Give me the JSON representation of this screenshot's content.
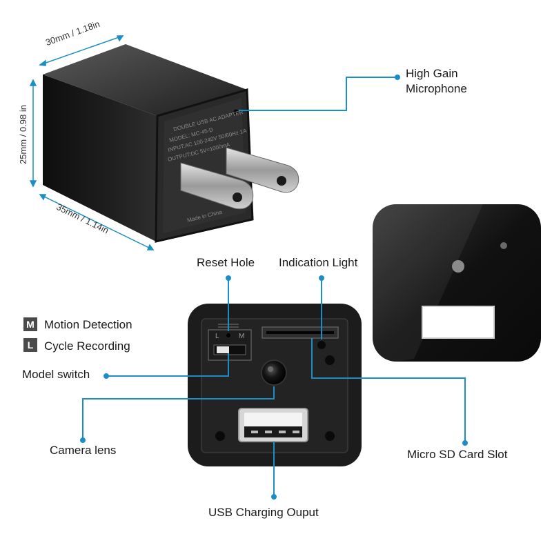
{
  "dimensions": {
    "width": "30mm / 1.18in",
    "height": "25mm / 0.98 in",
    "depth": "35mm / 1.14in"
  },
  "adapter_print": {
    "line1": "DOUBLE USB AC ADAPTER",
    "line2": "MODEL: MC-45-D",
    "line3": "INPUT:AC 100-240V 50/60Hz 1A",
    "line4": "OUTPUT:DC 5V=1000mA",
    "made_in": "Made in China"
  },
  "switch_letters": {
    "left": "L",
    "right": "M"
  },
  "labels": {
    "microphone": [
      "High Gain",
      "Microphone"
    ],
    "reset_hole": "Reset Hole",
    "indication_light": "Indication Light",
    "motion_detection": "Motion Detection",
    "cycle_recording": "Cycle Recording",
    "model_switch": "Model switch",
    "camera_lens": "Camera lens",
    "micro_sd": "Micro SD Card Slot",
    "usb_output": "USB Charging Ouput"
  },
  "legend": [
    {
      "badge": "M",
      "text": "Motion Detection"
    },
    {
      "badge": "L",
      "text": "Cycle Recording"
    }
  ],
  "colors": {
    "callout": "#1a8fc7",
    "device_body": "#1c1c1c",
    "device_face": "#262626"
  }
}
